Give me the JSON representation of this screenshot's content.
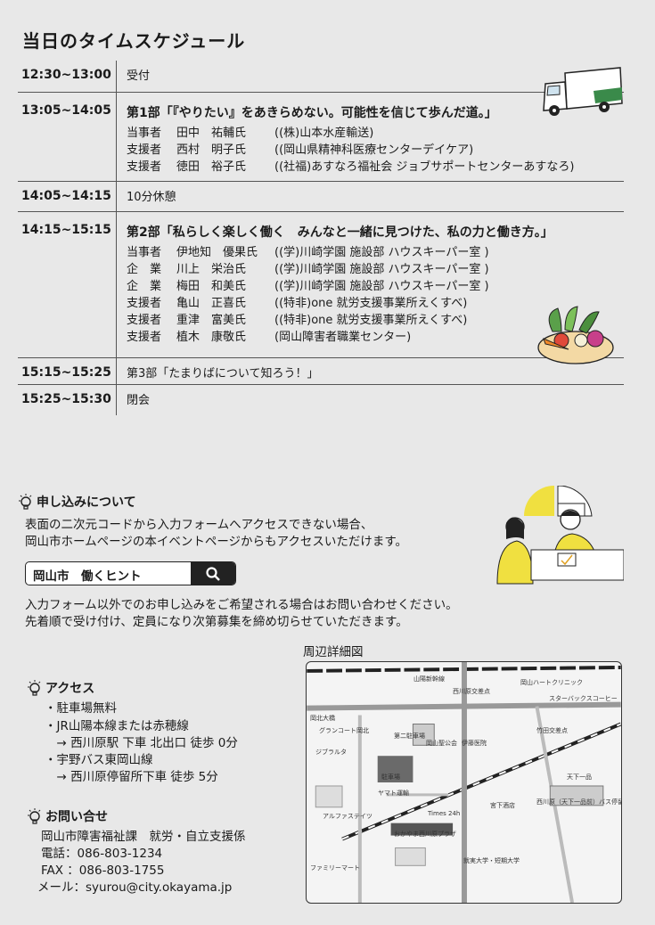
{
  "title": "当日のタイムスケジュール",
  "schedule": [
    {
      "time": "12:30~13:00",
      "head": "受付",
      "lines": []
    },
    {
      "time": "13:05~14:05",
      "head": "第1部「『やりたい』をあきらめない。可能性を信じて歩んだ道。」",
      "lines": [
        {
          "role": "当事者",
          "name": "田中　祐輔氏",
          "org": "(株)山本水産輸送)"
        },
        {
          "role": "支援者",
          "name": "西村　明子氏",
          "org": "(岡山県精神科医療センターデイケア)"
        },
        {
          "role": "支援者",
          "name": "徳田　裕子氏",
          "org": "(社福)あすなろ福祉会 ジョブサポートセンターあすなろ)"
        }
      ]
    },
    {
      "time": "14:05~14:15",
      "head": "10分休憩",
      "lines": []
    },
    {
      "time": "14:15~15:15",
      "head": "第2部「私らしく楽しく働く　みんなと一緒に見つけた、私の力と働き方。」",
      "lines": [
        {
          "role": "当事者",
          "name": "伊地知　優果氏",
          "org": "(学)川崎学園 施設部 ハウスキーパー室 )"
        },
        {
          "role": "企　業",
          "name": "川上　栄治氏",
          "org": "(学)川崎学園 施設部 ハウスキーパー室 )"
        },
        {
          "role": "企　業",
          "name": "梅田　和美氏",
          "org": "(学)川崎学園 施設部 ハウスキーパー室 )"
        },
        {
          "role": "支援者",
          "name": "亀山　正喜氏",
          "org": "(特非)one 就労支援事業所えくすべ)"
        },
        {
          "role": "支援者",
          "name": "重津　富美氏",
          "org": "(特非)one 就労支援事業所えくすべ)"
        },
        {
          "role": "支援者",
          "name": "植木　康敬氏",
          "org": "岡山障害者職業センター)"
        }
      ]
    },
    {
      "time": "15:15~15:25",
      "head": "第3部「たまりばについて知ろう！」",
      "lines": []
    },
    {
      "time": "15:25~15:30",
      "head": "閉会",
      "lines": []
    }
  ],
  "application": {
    "title": "申し込みについて",
    "text1": "表面の二次元コードから入力フォームへアクセスできない場合、",
    "text2": "岡山市ホームページの本イベントページからもアクセスいただけます。",
    "search_query": "岡山市　働くヒント",
    "text3": "入力フォーム以外でのお申し込みをご希望される場合はお問い合わせください。",
    "text4": "先着順で受け付け、定員になり次第募集を締め切らせていただきます。"
  },
  "access": {
    "title": "アクセス",
    "items": [
      "・駐車場無料",
      "・JR山陽本線または赤穂線",
      "　→ 西川原駅 下車 北出口 徒歩 0分",
      "・宇野バス東岡山線",
      "　→ 西川原停留所下車 徒歩 5分"
    ]
  },
  "contact": {
    "title": "お問い合せ",
    "org": "岡山市障害福祉課　就労・自立支援係",
    "tel": "電話：086-803-1234",
    "fax": "FAX ：086-803-1755",
    "mail": "メール：syurou@city.okayama.jp"
  },
  "map": {
    "title": "周辺詳細図",
    "labels": [
      "山陽新幹線",
      "西川原交差点",
      "岡山ハートクリニック",
      "スターバックスコーヒー",
      "竹田交差点",
      "岡北大橋",
      "グランコート岡北",
      "ジブラルタ",
      "第二駐車場",
      "岡山聖公会",
      "伊藤医院",
      "ヤマト運輸",
      "アルファステイツ",
      "駐車場",
      "Times 24h",
      "おかやま西川原プラザ",
      "西川原（天下一品前）バス停留所",
      "就実大学・短期大学",
      "ファミリーマート",
      "宮下酒店",
      "天下一品"
    ]
  }
}
